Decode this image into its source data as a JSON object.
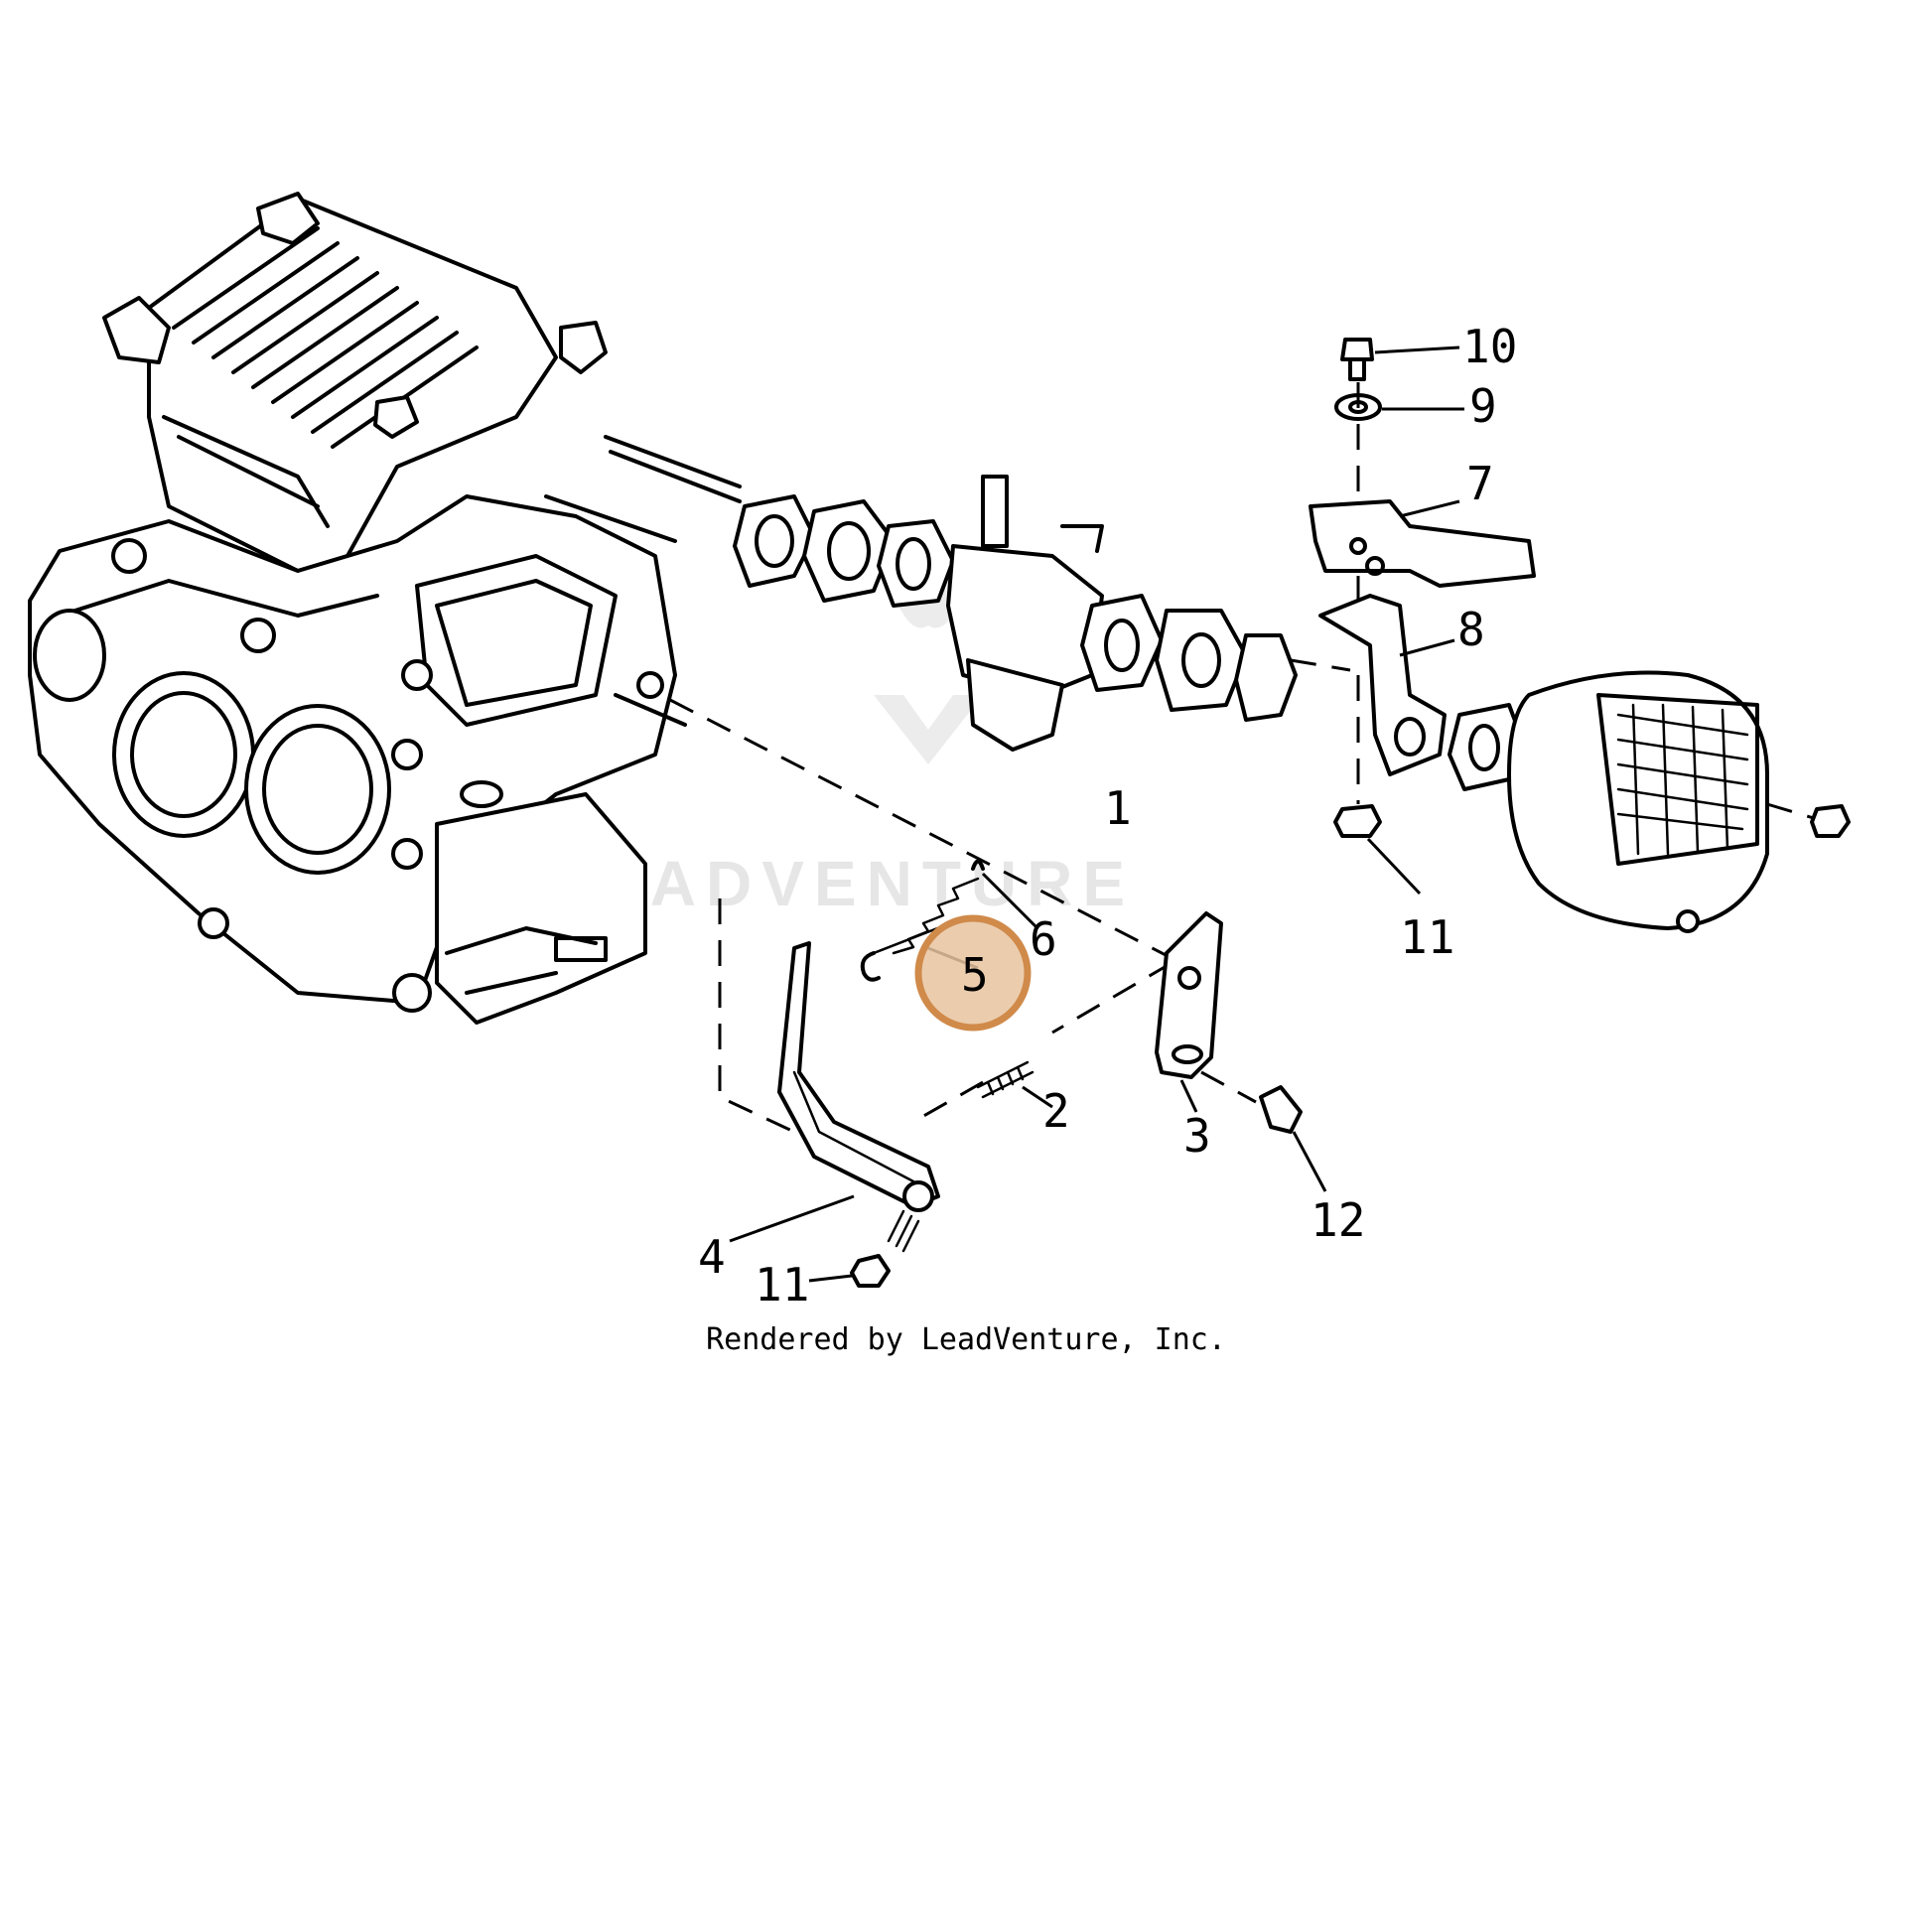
{
  "watermark": {
    "text": "LEADVENTURE"
  },
  "caption": {
    "text": "Rendered by LeadVenture, Inc."
  },
  "callouts": {
    "c1": "1",
    "c2": "2",
    "c3": "3",
    "c4": "4",
    "c5": "5",
    "c6": "6",
    "c7": "7",
    "c8": "8",
    "c9": "9",
    "c10": "10",
    "c11a": "11",
    "c11b": "11",
    "c12": "12"
  },
  "highlight": {
    "part": "5",
    "color": "#d99a5b"
  }
}
